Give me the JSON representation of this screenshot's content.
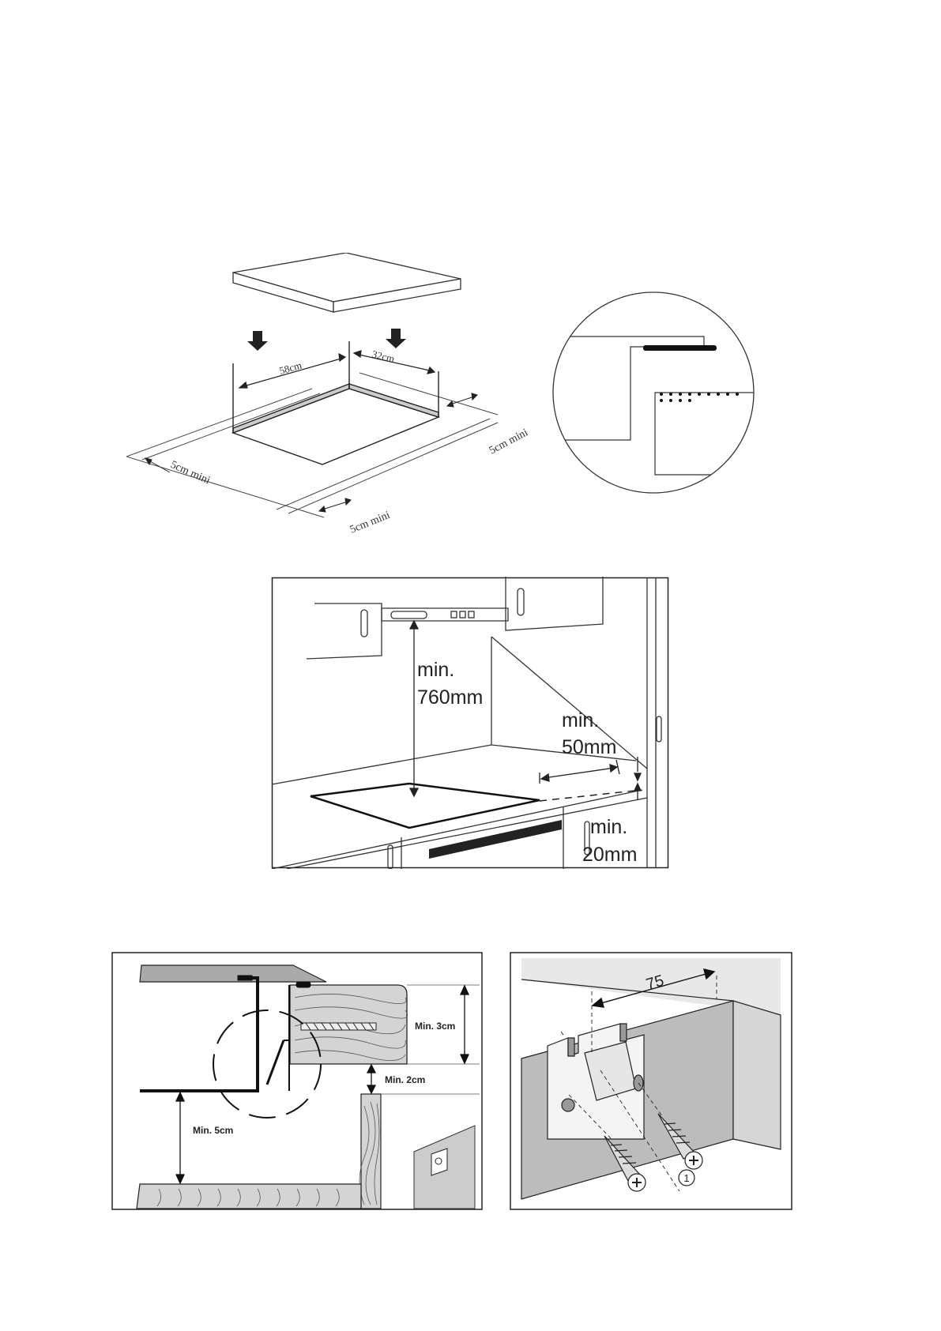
{
  "cutout": {
    "dim_width": "58cm",
    "dim_depth": "32cm",
    "clearance_left": "5cm mini",
    "clearance_front": "5cm mini",
    "clearance_right": "5cm mini"
  },
  "kitchen": {
    "hood_height_1": "min.",
    "hood_height_2": "760mm",
    "wall_gap_1": "min.",
    "wall_gap_2": "50mm",
    "edge_gap_1": "min.",
    "edge_gap_2": "20mm"
  },
  "bracket_section": {
    "worktop_thickness": "Min. 3cm",
    "gap_below": "Min. 2cm",
    "space_below": "Min. 5cm"
  },
  "bracket_detail": {
    "distance": "75",
    "callout": "1"
  }
}
